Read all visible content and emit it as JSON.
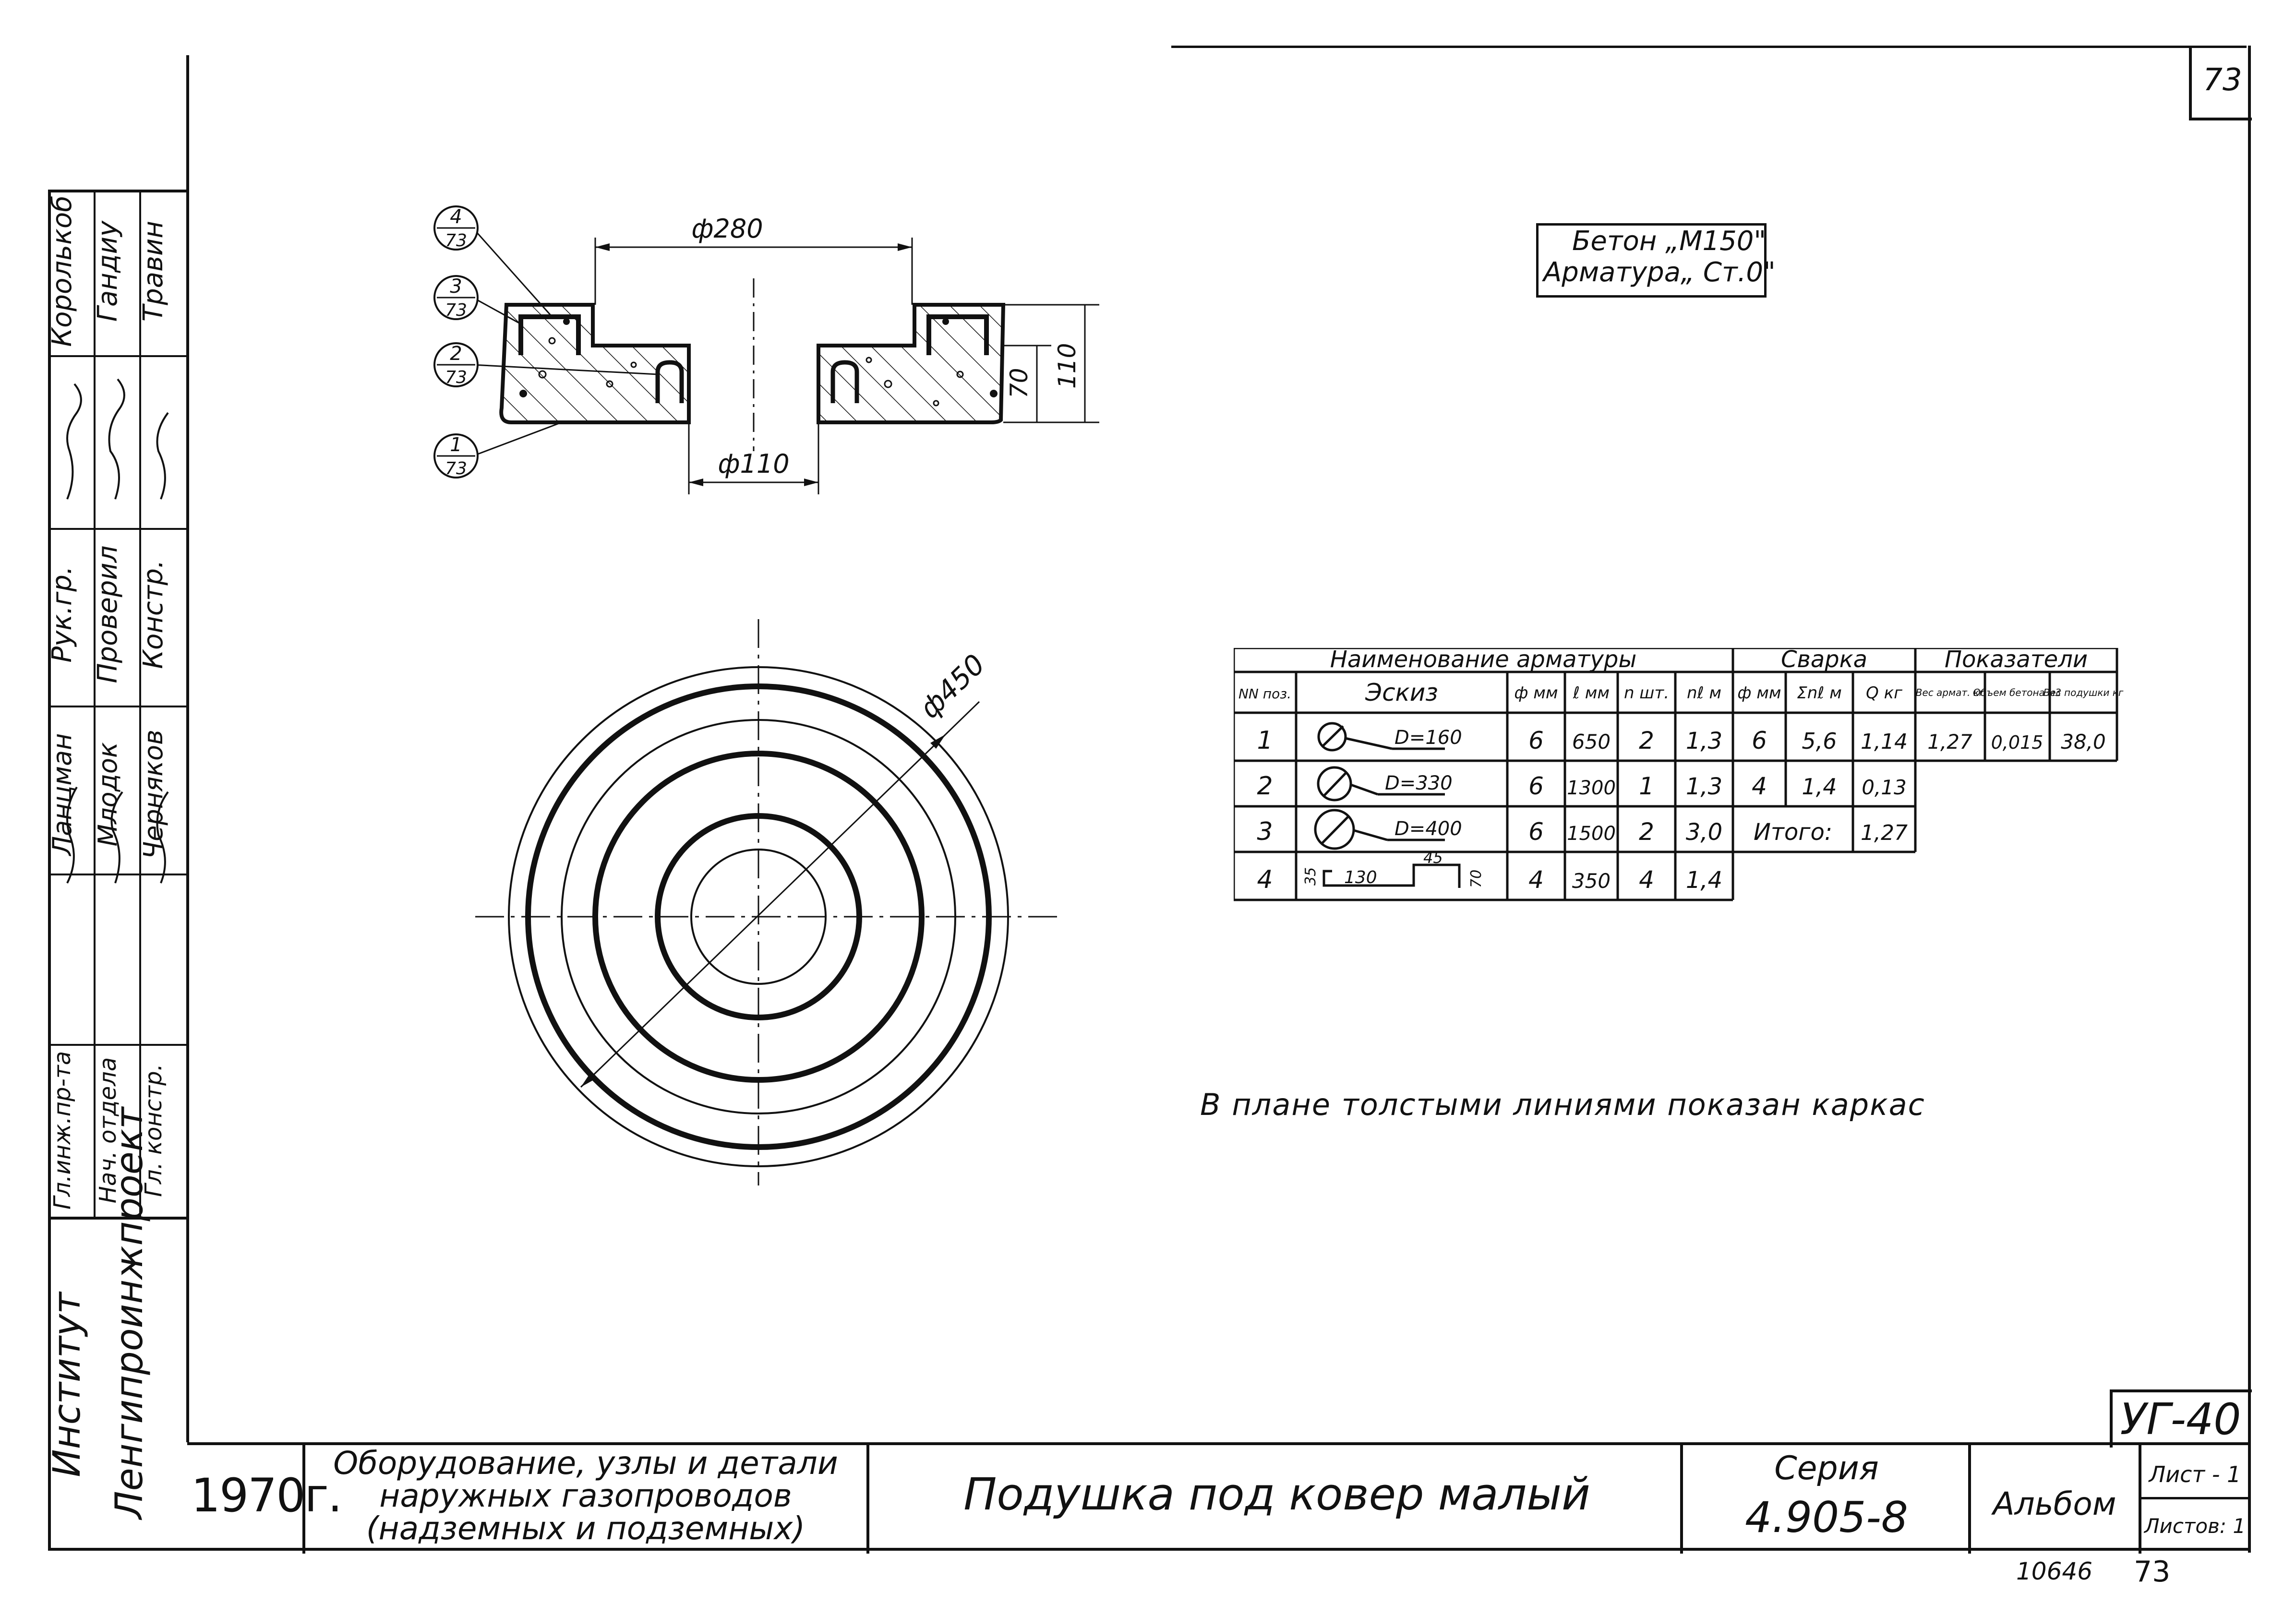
{
  "sheet_number": "73",
  "material": {
    "concrete": "Бетон „М150\"",
    "rebar": "Арматура„ Ст.0\""
  },
  "section": {
    "dim_top": "ф280",
    "dim_bottom": "ф110",
    "dim_h1": "70",
    "dim_h2": "110",
    "callouts": [
      {
        "num": "4",
        "den": "73"
      },
      {
        "num": "3",
        "den": "73"
      },
      {
        "num": "2",
        "den": "73"
      },
      {
        "num": "1",
        "den": "73"
      }
    ]
  },
  "plan": {
    "dim_diameter": "ф450"
  },
  "plan_note": "В плане толстыми линиями показан каркас",
  "table": {
    "group_name": "Наименование арматуры",
    "group_weld": "Сварка",
    "group_ind": "Показатели",
    "h_pos": "NN поз.",
    "h_sketch": "Эскиз",
    "h_phi": "ф мм",
    "h_l": "ℓ мм",
    "h_n": "n шт.",
    "h_nl": "nℓ м",
    "h_wphi": "ф мм",
    "h_sum": "Σnℓ м",
    "h_q": "Q кг",
    "h_w1": "Вес армат. кг",
    "h_w2": "Объем бетона м3",
    "h_w3": "Вес подушки кг",
    "rows": [
      {
        "pos": "1",
        "sketch": "D=160",
        "phi": "6",
        "l": "650",
        "n": "2",
        "nl": "1,3",
        "wphi": "6",
        "sum": "5,6",
        "q": "1,14"
      },
      {
        "pos": "2",
        "sketch": "D=330",
        "phi": "6",
        "l": "1300",
        "n": "1",
        "nl": "1,3",
        "wphi": "4",
        "sum": "1,4",
        "q": "0,13"
      },
      {
        "pos": "3",
        "sketch": "D=400",
        "phi": "6",
        "l": "1500",
        "n": "2",
        "nl": "3,0",
        "total_label": "Итого:",
        "total": "1,27"
      },
      {
        "pos": "4",
        "sketch_a": "35",
        "sketch_b": "130",
        "sketch_c": "45",
        "sketch_d": "70",
        "phi": "4",
        "l": "350",
        "n": "4",
        "nl": "1,4"
      }
    ],
    "indicators": {
      "w_armat": "1,27",
      "v_concrete": "0,015",
      "w_pad": "38,0"
    }
  },
  "side_stamp": {
    "columns": [
      {
        "role": "Гл.инж.пр-та",
        "name": ""
      },
      {
        "role": "Нач. отдела",
        "name": ""
      },
      {
        "role": "Гл. констр.",
        "name": ""
      }
    ],
    "col_a": [
      "Ланцман",
      "Млодок",
      "Черняков"
    ],
    "col_b": [
      "Рук.гр.",
      "Проверил",
      "Констр."
    ],
    "col_c": [
      "Королькоб",
      "Гандиу",
      "Травин"
    ],
    "institute_1": "Институт",
    "institute_2": "Ленгипроинжпроект"
  },
  "title_block": {
    "year": "1970г.",
    "project": [
      "Оборудование, узлы и детали",
      "наружных газопроводов",
      "(надземных и подземных)"
    ],
    "drawing": "Подушка под ковер малый",
    "series_label": "Серия",
    "series": "4.905-8",
    "album": "Альбом",
    "code": "УГ-40",
    "sheet": "Лист - 1",
    "sheets": "Листов: 1"
  },
  "inventory": "10646",
  "page_bottom": "73"
}
